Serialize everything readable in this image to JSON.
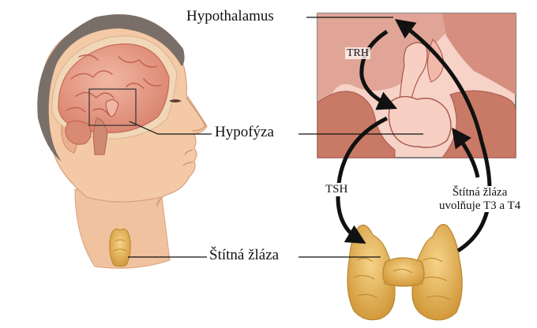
{
  "labels": {
    "hypothalamus": "Hypothalamus",
    "hypofyza": "Hypofýza",
    "stitna_zlaza": "Štítná žláza",
    "trh": "TRH",
    "tsh": "TSH",
    "release_line1": "Štítná žláza",
    "release_line2": "uvolňuje T3 a T4"
  },
  "colors": {
    "skin": "#f4c9a6",
    "skin_shadow": "#e3a987",
    "hair": "#7a6f68",
    "brain": "#e79b84",
    "brain_fold": "#c86b57",
    "inset_bg": "#f6d2c7",
    "tissue": "#c97a66",
    "tissue_dark": "#a9564a",
    "pituitary": "#f7cfc3",
    "thyroid": "#e7b85a",
    "thyroid_dark": "#c18a2e",
    "arrow": "#111111"
  }
}
